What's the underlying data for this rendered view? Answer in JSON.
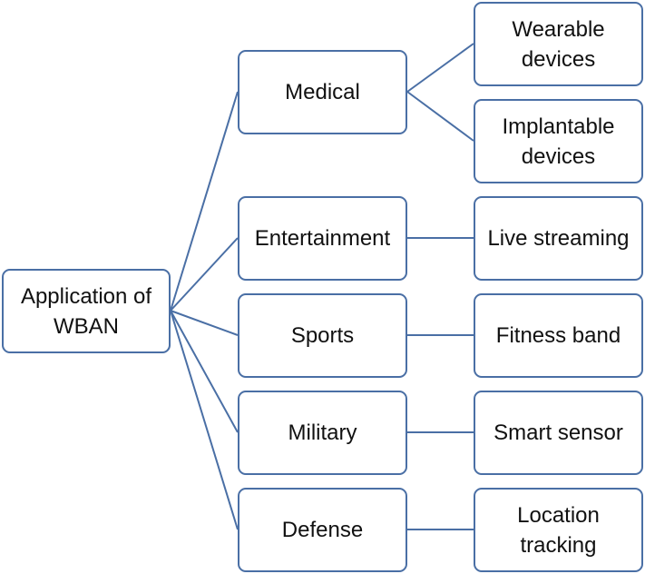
{
  "colors": {
    "border": "#4a6fa5",
    "connector": "#4a6fa5",
    "text": "#111111",
    "background": "#ffffff"
  },
  "root": {
    "line1": "Application of",
    "line2": "WBAN"
  },
  "categories": {
    "medical": "Medical",
    "entertainment": "Entertainment",
    "sports": "Sports",
    "military": "Military",
    "defense": "Defense"
  },
  "leaves": {
    "wearable": {
      "line1": "Wearable",
      "line2": "devices"
    },
    "implantable": {
      "line1": "Implantable",
      "line2": "devices"
    },
    "live_streaming": "Live streaming",
    "fitness_band": "Fitness band",
    "smart_sensor": "Smart sensor",
    "location_tracking": {
      "line1": "Location",
      "line2": "tracking"
    }
  }
}
